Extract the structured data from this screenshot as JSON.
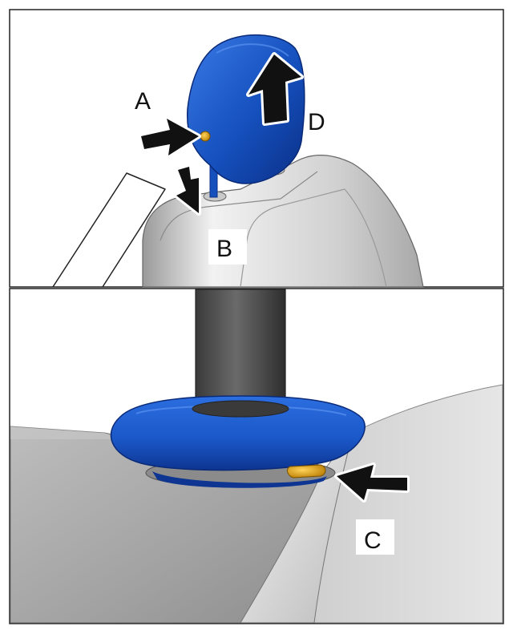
{
  "callouts": {
    "a": "A",
    "b": "B",
    "c": "C",
    "d": "D"
  },
  "colors": {
    "headrest_blue": "#1550bd",
    "guide_blue": "#1a5cd0",
    "release_button": "#e6a81a",
    "seat_gray": "#d8d8d8",
    "arrow_black": "#111111"
  },
  "icons": [
    "push-arrow",
    "press-down-arrow",
    "lift-up-arrow"
  ]
}
